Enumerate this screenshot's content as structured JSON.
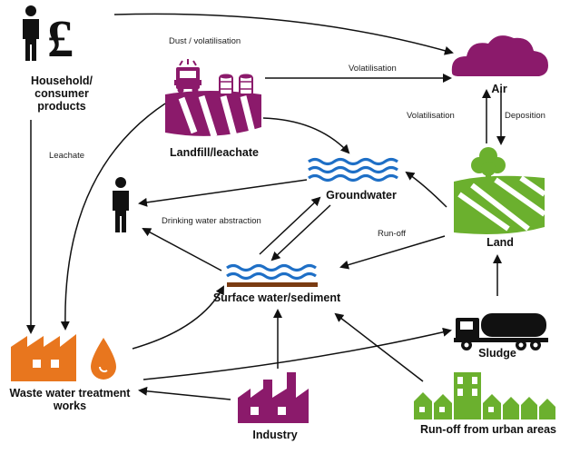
{
  "nodes": {
    "household": "Household/\nconsumer\nproducts",
    "landfill": "Landfill/leachate",
    "air": "Air",
    "groundwater": "Groundwater",
    "land": "Land",
    "surface_water": "Surface water/sediment",
    "sludge": "Sludge",
    "wwtw": "Waste water treatment\nworks",
    "industry": "Industry",
    "urban_runoff": "Run-off from urban areas"
  },
  "edges": {
    "dust": "Dust / volatilisation",
    "volatilisation_landfill": "Volatilisation",
    "volatilisation_land": "Volatilisation",
    "deposition": "Deposition",
    "leachate": "Leachate",
    "drinking_water": "Drinking water abstraction",
    "runoff": "Run-off"
  },
  "icons": {
    "pound_symbol": "£"
  },
  "colors": {
    "purple": "#8B1A6B",
    "water_blue": "#1E6FC6",
    "sediment_brown": "#7A3B12",
    "green": "#6BB02E",
    "orange": "#E8761E",
    "black": "#111111"
  }
}
